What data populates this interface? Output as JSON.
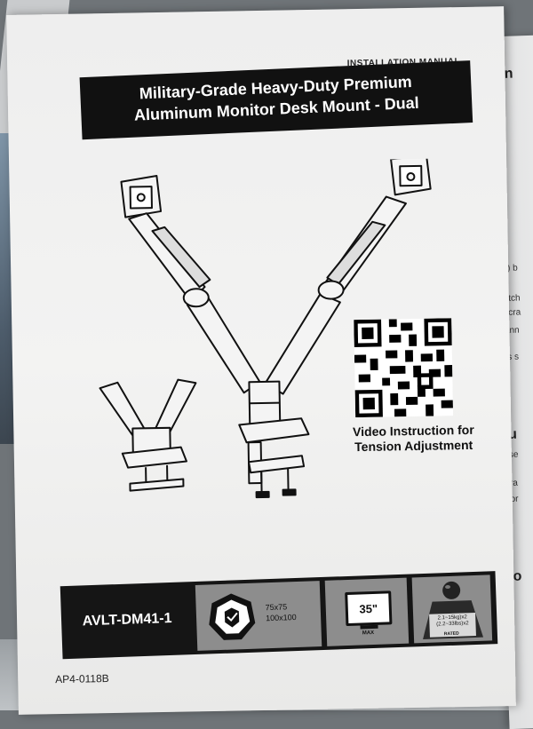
{
  "document": {
    "header_label": "INSTALLATION MANUAL",
    "title_line1": "Military-Grade Heavy-Duty Premium",
    "title_line2": "Aluminum Monitor Desk Mount - Dual",
    "qr_caption_line1": "Video Instruction for",
    "qr_caption_line2": "Tension Adjustment",
    "specs": {
      "model": "AVLT-DM41-1",
      "vesa_line1": "75x75",
      "vesa_line2": "100x100",
      "screen_size": "35\"",
      "screen_size_note": "MAX",
      "weight_line1": "2.1~15kg)x2",
      "weight_line2": "(2.2~33lbs)x2",
      "weight_note": "RATED"
    },
    "part_number": "AP4-0118B"
  },
  "adjacent_page": {
    "fragments": [
      "on",
      "h) b",
      "atch",
      "scra",
      "ann",
      "is s",
      "u",
      "se",
      "ra",
      "or",
      "o"
    ]
  },
  "icons": [
    "vesa-badge-icon",
    "monitor-size-icon",
    "weight-capacity-icon",
    "qr-code"
  ]
}
